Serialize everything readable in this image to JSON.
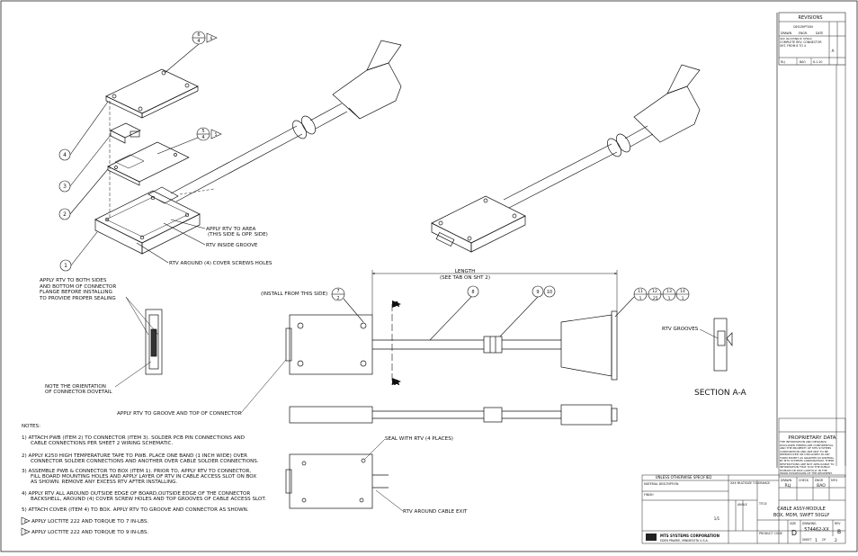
{
  "revisions": {
    "title": "REVISIONS",
    "col_description": "DESCRIPTION",
    "col_drawn": "DRAWN",
    "col_engr": "ENGR.",
    "col_date": "DATE",
    "row_text": "SEE ALTERNATE SPACE COMPLETE REV. CONNECTOR SHT. FROM 6 TO 4",
    "row_drawn": "RLJ",
    "row_engr": "BAO",
    "row_date": "6-1-10",
    "row_letter": "A"
  },
  "views": {
    "section_title": "SECTION A-A",
    "section_marker": "A",
    "length_label": "LENGTH",
    "length_sub": "(SEE TAB ON SHT 2)",
    "install_note": "(INSTALL FROM THIS SIDE)"
  },
  "callouts": {
    "c1": "1",
    "c2": "2",
    "c3": "3",
    "c4": "4",
    "c6": "6",
    "c5": "5",
    "c7": "7",
    "c8": "8",
    "c9": "9",
    "c10": "10",
    "c11": "11",
    "c12": "12",
    "c13": "13",
    "c14": "14",
    "q_one": "1",
    "q_two": "2",
    "q_four": "4",
    "q_twentyfive": ".25"
  },
  "labels": {
    "rtv_area_1": "APPLY RTV TO AREA",
    "rtv_area_2": "(THIS SIDE & OPP. SIDE)",
    "rtv_groove": "RTV INSIDE GROOVE",
    "rtv_screws": "RTV AROUND (4) COVER SCREWS HOLES",
    "rtv_sides_1": "APPLY RTV TO BOTH SIDES",
    "rtv_sides_2": "AND BOTTOM OF CONNECTOR",
    "rtv_sides_3": "FLANGE BEFORE INSTALLING",
    "rtv_sides_4": "TO PROVIDE PROPER SEALING",
    "dovetail_1": "NOTE THE ORIENTATION",
    "dovetail_2": "OF CONNECTOR DOVETAIL",
    "rtv_top": "APPLY RTV TO GROOVE AND TOP OF CONNECTOR",
    "rtv_grooves": "RTV GROOVES",
    "seal_rtv": "SEAL WITH RTV (4 PLACES)",
    "rtv_exit": "RTV AROUND CABLE EXIT"
  },
  "notes": {
    "heading": "NOTES:",
    "n1a": "1)  ATTACH PWB (ITEM 2) TO CONNECTOR (ITEM 3).  SOLDER PCB PIN CONNECTIONS AND",
    "n1b": "CABLE CONNECTIONS PER SHEET 2 WIRING SCHEMATIC.",
    "n2a": "2)  APPLY K250 HIGH TEMPERATURE TAPE TO PWB.  PLACE ONE BAND (1 INCH WIDE) OVER",
    "n2b": "CONNECTOR SOLDER CONNECTIONS AND ANOTHER OVER CABLE SOLDER CONNECTIONS.",
    "n3a": "3)  ASSEMBLE PWB & CONNECTOR TO BOX (ITEM 1).  PRIOR TO, APPLY RTV TO CONNECTOR,",
    "n3b": "FILL BOARD MOUNTING HOLES AND APPLY LAYER OF RTV IN CABLE ACCESS SLOT ON BOX",
    "n3c": "AS SHOWN.  REMOVE ANY EXCESS RTV AFTER INSTALLING.",
    "n4a": "4)  APPLY RTV ALL AROUND OUTSIDE EDGE OF BOARD,OUTSIDE EDGE OF THE CONNECTOR",
    "n4b": "BACKSHELL, AROUND (4) COVER SCREW HOLES AND TOP GROOVES OF CABLE ACCESS SLOT.",
    "n5": "5)  ATTACH COVER (ITEM 4) TO BOX.  APPLY RTV TO GROOVE AND CONNECTOR AS SHOWN.",
    "n6": "APPLY LOCTITE 222 AND TORQUE TO 7 IN-LBS.",
    "n7": "APPLY LOCTITE 222 AND TORQUE TO 9 IN-LBS.",
    "flag6": "6",
    "flag5": "5"
  },
  "title_block": {
    "unless": "UNLESS OTHERWISE SPECIFIED",
    "material": "MATERIAL DESCRIPTION",
    "xxx_tol": "XXX MULTISIZE TOLERANCE",
    "finish": "FINISH",
    "angle": "ANGLE",
    "proprietary_title": "PROPRIETARY DATA",
    "proprietary_text": "THE INFORMATION AND DESIGN(S) DISCLOSED HEREIN ARE CONFIDENTIAL AND THE PROPERTY OF MTS SYSTEMS CORPORATION AND ARE NOT TO BE REPRODUCED OR DISCLOSED IN ANY FORM EXCEPT AS GRANTED IN WRITING BY MTS SYSTEMS CORPORATION. THESE RESTRICTIONS ARE NOT APPLICABLE TO INFORMATION THAT IS IN THE PUBLIC DOMAIN OR WAS LAWFULLY IN THE PRIOR POSSESSION OF THE RECIPIENT.",
    "drawn_label": "DRAWN",
    "drawn_value": "RLJ",
    "check_label": "CHECK",
    "engr_label": "ENGR",
    "engr_value": "BAO",
    "mfg_label": "MFG",
    "title_label": "TITLE",
    "title_line1": "CABLE ASSY-MODULE",
    "title_line2": "BOX, MDM, SWIFT 50GLP",
    "size_label": "SIZE",
    "size_value": "D",
    "drawing_label": "DRAWING",
    "drawing_value": "574462-XX",
    "rev_label": "REV",
    "rev_value": "B",
    "sheet_label": "SHEET",
    "sheet_value": "1",
    "of_label": "OF",
    "of_value": "2",
    "company": "MTS SYSTEMS CORPORATION",
    "company_addr": "EDEN PRAIRIE, MINNESOTA U.S.A.",
    "product_code": "PRODUCT CODE",
    "scale_value": "1/1"
  }
}
